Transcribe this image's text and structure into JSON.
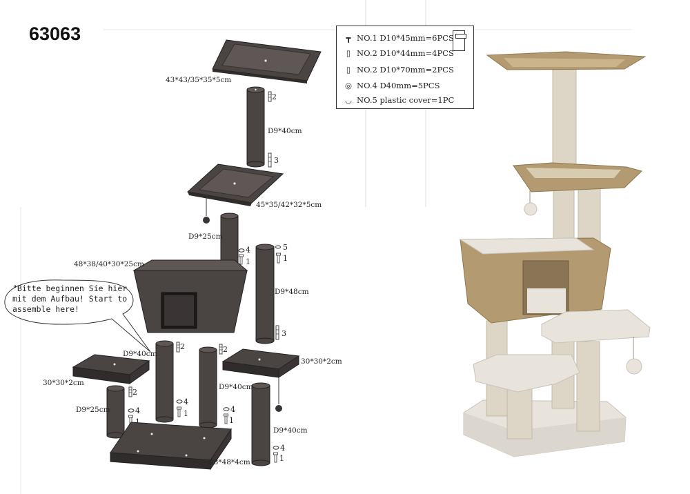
{
  "model_number": "63063",
  "legend": {
    "items": [
      {
        "icon": "screw-icon",
        "text": "NO.1 D10*45mm=6PCS"
      },
      {
        "icon": "dowel-icon",
        "text": "NO.2 D10*44mm=4PCS"
      },
      {
        "icon": "long-dowel-icon",
        "text": "NO.2 D10*70mm=2PCS"
      },
      {
        "icon": "washer-icon",
        "text": "NO.4 D40mm=5PCS"
      },
      {
        "icon": "cap-icon",
        "text": "NO.5 plastic cover=1PC"
      }
    ]
  },
  "speech_bubble": {
    "line1": "\"Bitte beginnen Sie hier",
    "line2": "mit dem Aufbau! Start to",
    "line3": "assemble here!"
  },
  "dimensions": {
    "top_platform": "43*43/35*35*5cm",
    "upper_post": "D9*40cm",
    "middle_basket": "45*35/42*32*5cm",
    "short_post_upper": "D9*25cm",
    "house": "48*38/40*30*25cm",
    "tall_post": "D9*48cm",
    "left_mid_post": "D9*40cm",
    "left_shelf": "30*30*2cm",
    "right_shelf": "30*30*2cm",
    "center_post": "D9*40cm",
    "short_post_lower": "D9*25cm",
    "right_post": "D9*40cm",
    "base": "48*48*4cm"
  },
  "part_numbers": {
    "n1": "1",
    "n2": "2",
    "n3": "3",
    "n4": "4",
    "n5": "5"
  },
  "colors": {
    "part_dark": "#4a4442",
    "part_mid": "#5e5755",
    "sisal": "#ddd6c6",
    "plush": "#e8e4dc",
    "wicker": "#b49a70"
  }
}
